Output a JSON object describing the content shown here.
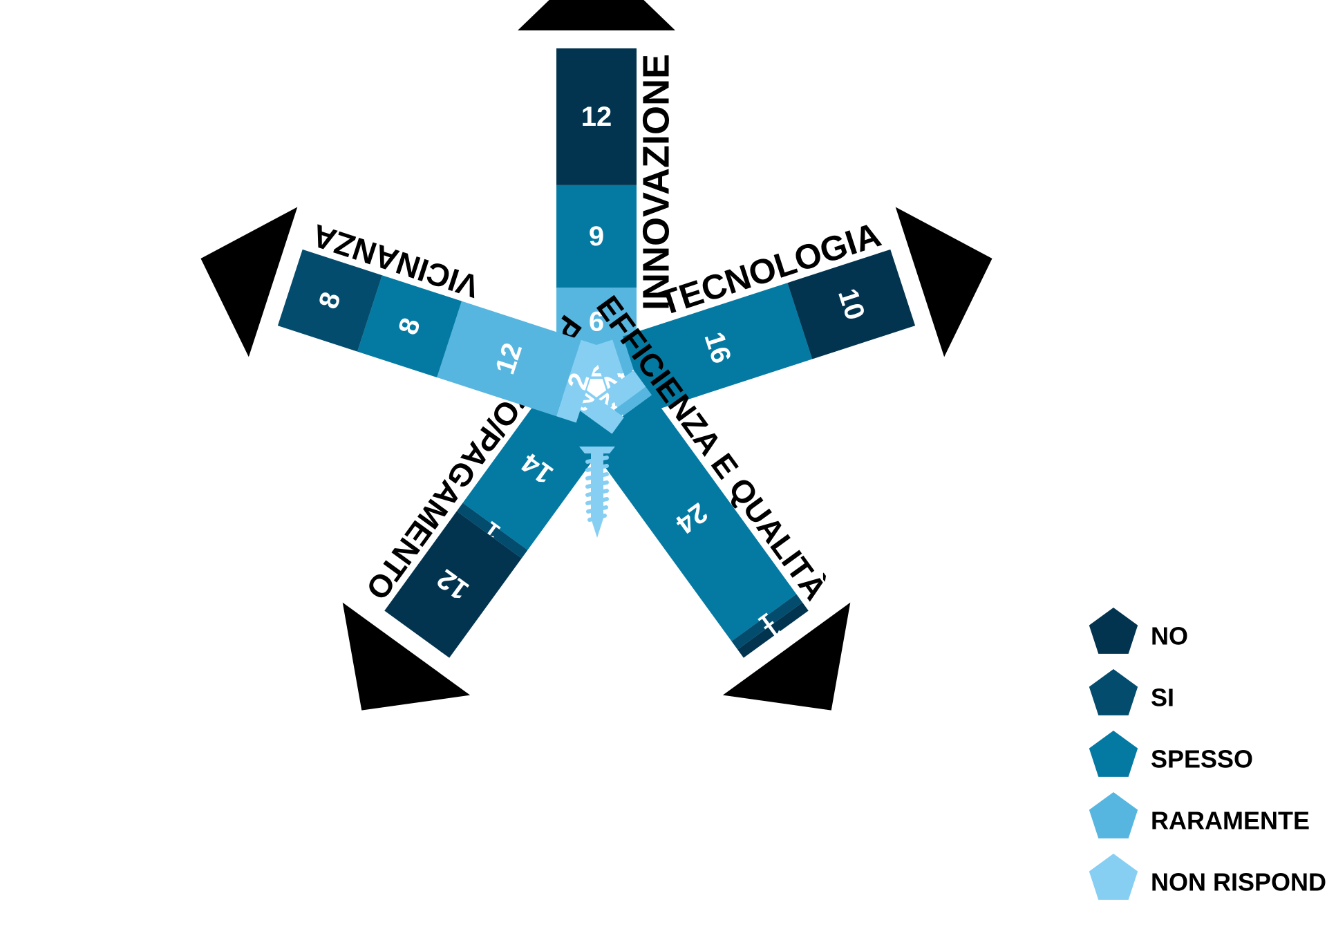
{
  "chart_data": {
    "type": "stacked-radial-bar",
    "legend": [
      {
        "key": "no",
        "label": "NO",
        "color": "#02344f"
      },
      {
        "key": "si",
        "label": "SI",
        "color": "#034c6e"
      },
      {
        "key": "spesso",
        "label": "SPESSO",
        "color": "#047aa3"
      },
      {
        "key": "raramente",
        "label": "RARAMENTE",
        "color": "#57b6df"
      },
      {
        "key": "non_risponde",
        "label": "NON RISPONDE",
        "color": "#86cff3"
      }
    ],
    "arms": [
      {
        "label": "INNOVAZIONE",
        "segments": [
          {
            "key": "non_risponde",
            "value": 2
          },
          {
            "key": "raramente",
            "value": 6
          },
          {
            "key": "spesso",
            "value": 9
          },
          {
            "key": "no",
            "value": 12
          }
        ]
      },
      {
        "label": "TECNOLOGIA",
        "segments": [
          {
            "key": "non_risponde",
            "value": 2
          },
          {
            "key": "raramente",
            "value": 1
          },
          {
            "key": "spesso",
            "value": 16
          },
          {
            "key": "no",
            "value": 10
          }
        ]
      },
      {
        "label": "EFFICIENZA E QUALITÀ",
        "segments": [
          {
            "key": "non_risponde",
            "value": 2
          },
          {
            "key": "raramente",
            "value": 1
          },
          {
            "key": "spesso",
            "value": 24
          },
          {
            "key": "si",
            "value": 1
          },
          {
            "key": "no",
            "value": 1
          }
        ]
      },
      {
        "label": "PREZZO/PAGAMENTO",
        "segments": [
          {
            "key": "non_risponde",
            "value": 2
          },
          {
            "key": "spesso",
            "value": 14
          },
          {
            "key": "si",
            "value": 1
          },
          {
            "key": "no",
            "value": 12
          }
        ]
      },
      {
        "label": "VICINANZA",
        "segments": [
          {
            "key": "non_risponde",
            "value": 2
          },
          {
            "key": "raramente",
            "value": 12
          },
          {
            "key": "spesso",
            "value": 8
          },
          {
            "key": "si",
            "value": 8
          }
        ]
      }
    ],
    "center_icon": "screw-icon",
    "arrow_color": "#000000"
  }
}
